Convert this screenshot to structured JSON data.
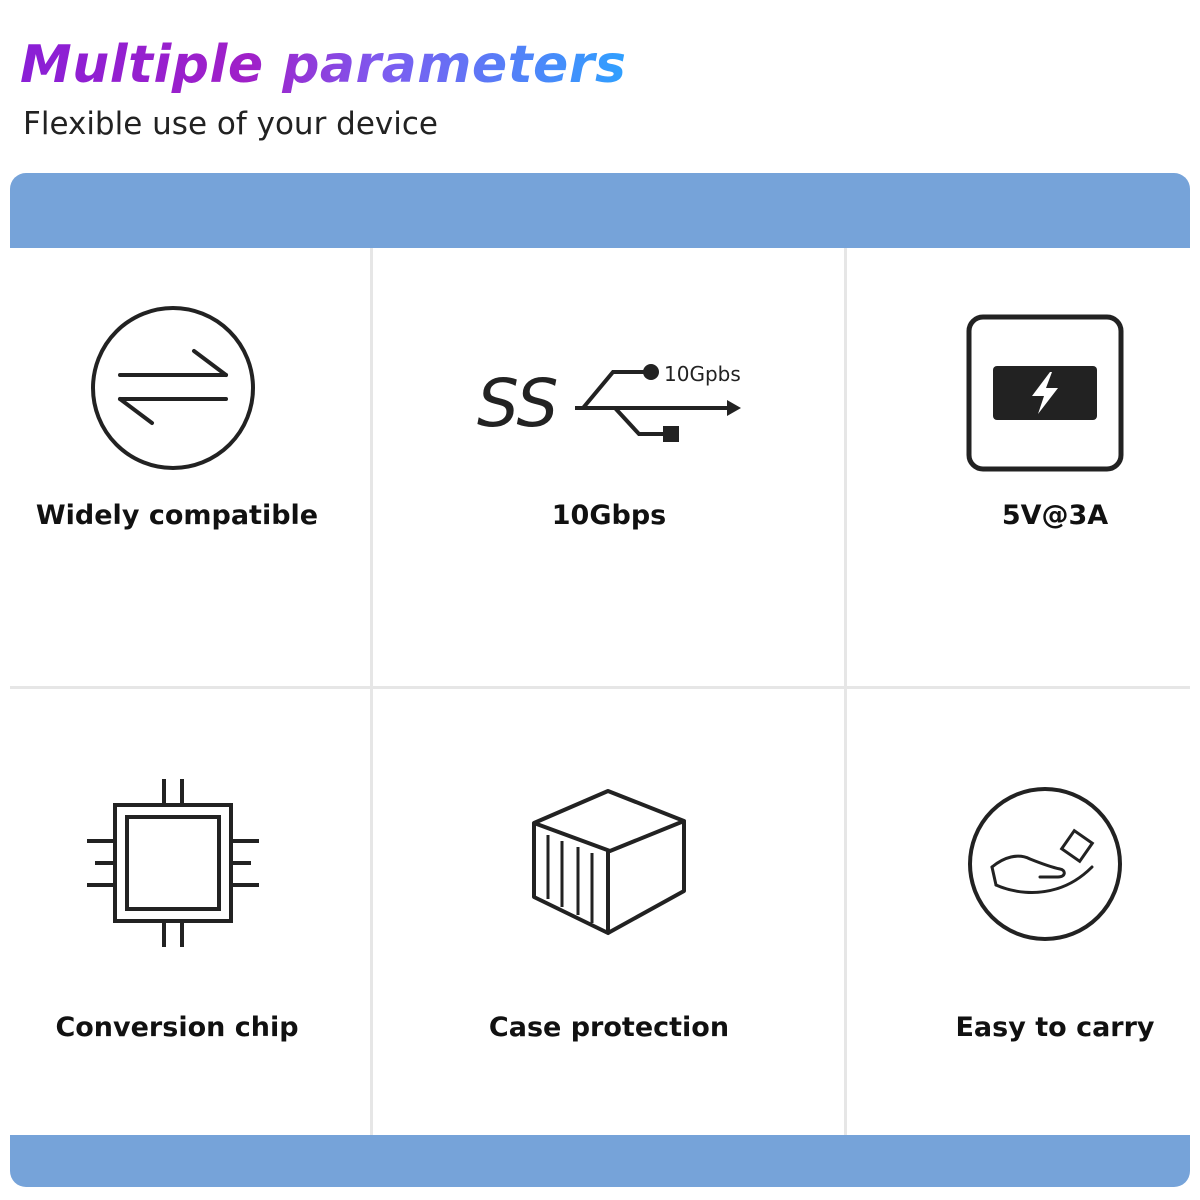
{
  "header": {
    "title": "Multiple parameters",
    "subtitle": "Flexible use of your device"
  },
  "features": [
    {
      "icon": "swap-arrows-icon",
      "label": "Widely compatible"
    },
    {
      "icon": "superspeed-usb-icon",
      "label": "10Gbps",
      "icon_text": "10Gpbs"
    },
    {
      "icon": "battery-charge-icon",
      "label": "5V@3A"
    },
    {
      "icon": "chip-icon",
      "label": "Conversion chip"
    },
    {
      "icon": "container-box-icon",
      "label": "Case protection"
    },
    {
      "icon": "hand-holding-icon",
      "label": "Easy to carry"
    }
  ],
  "colors": {
    "band": "#76a3d9",
    "title_gradient_start": "#8a1fd6",
    "title_gradient_end": "#2fa0ff",
    "icon_stroke": "#222222"
  }
}
